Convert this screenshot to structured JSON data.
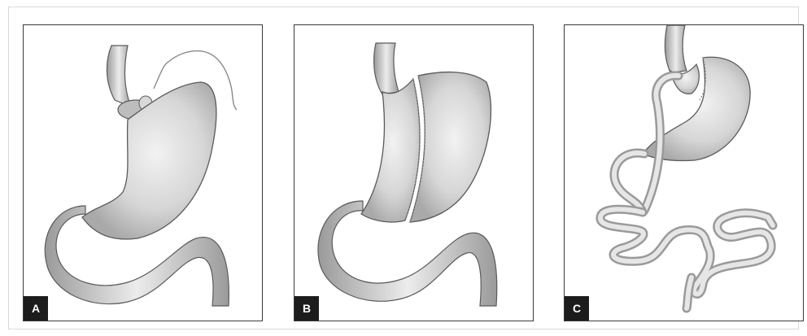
{
  "panels": [
    {
      "id": "A",
      "label": "A"
    },
    {
      "id": "B",
      "label": "B"
    },
    {
      "id": "C",
      "label": "C"
    }
  ],
  "colors": {
    "organ_fill": "#c9c9c9",
    "organ_highlight": "#eeeeee",
    "organ_stroke": "#5a5a5a",
    "staple_line": "#8a8a8a",
    "label_bg": "#1c1c1c",
    "label_text": "#ffffff"
  }
}
